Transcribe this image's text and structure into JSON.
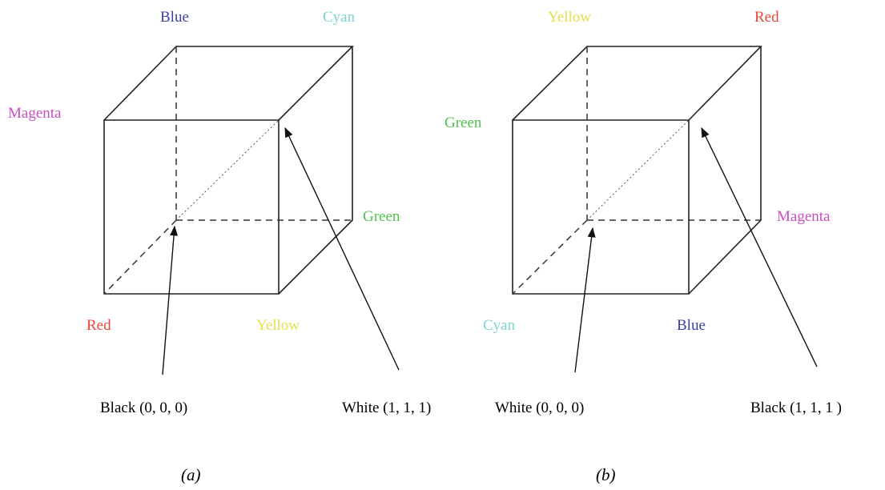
{
  "diagram_a": {
    "caption": "(a)",
    "corners": {
      "back_top_left": "Blue",
      "back_top_right": "Cyan",
      "front_top_left": "Magenta",
      "back_bottom_right": "Green",
      "front_bottom_left": "Red",
      "front_bottom_right": "Yellow"
    },
    "annotations": {
      "origin": "Black (0, 0, 0)",
      "opposite": "White (1, 1, 1)"
    }
  },
  "diagram_b": {
    "caption": "(b)",
    "corners": {
      "back_top_left": "Yellow",
      "back_top_right": "Red",
      "front_top_left": "Green",
      "back_bottom_right": "Magenta",
      "front_bottom_left": "Cyan",
      "front_bottom_right": "Blue"
    },
    "annotations": {
      "origin": "White (0, 0, 0)",
      "opposite": "Black (1, 1, 1 )"
    }
  },
  "colors": {
    "Blue": "#3b3fa8",
    "Cyan": "#7fd3d3",
    "Magenta": "#c84fc0",
    "Green": "#4fc24f",
    "Red": "#e8473a",
    "Yellow": "#e6e04a",
    "Black": "#000000"
  }
}
